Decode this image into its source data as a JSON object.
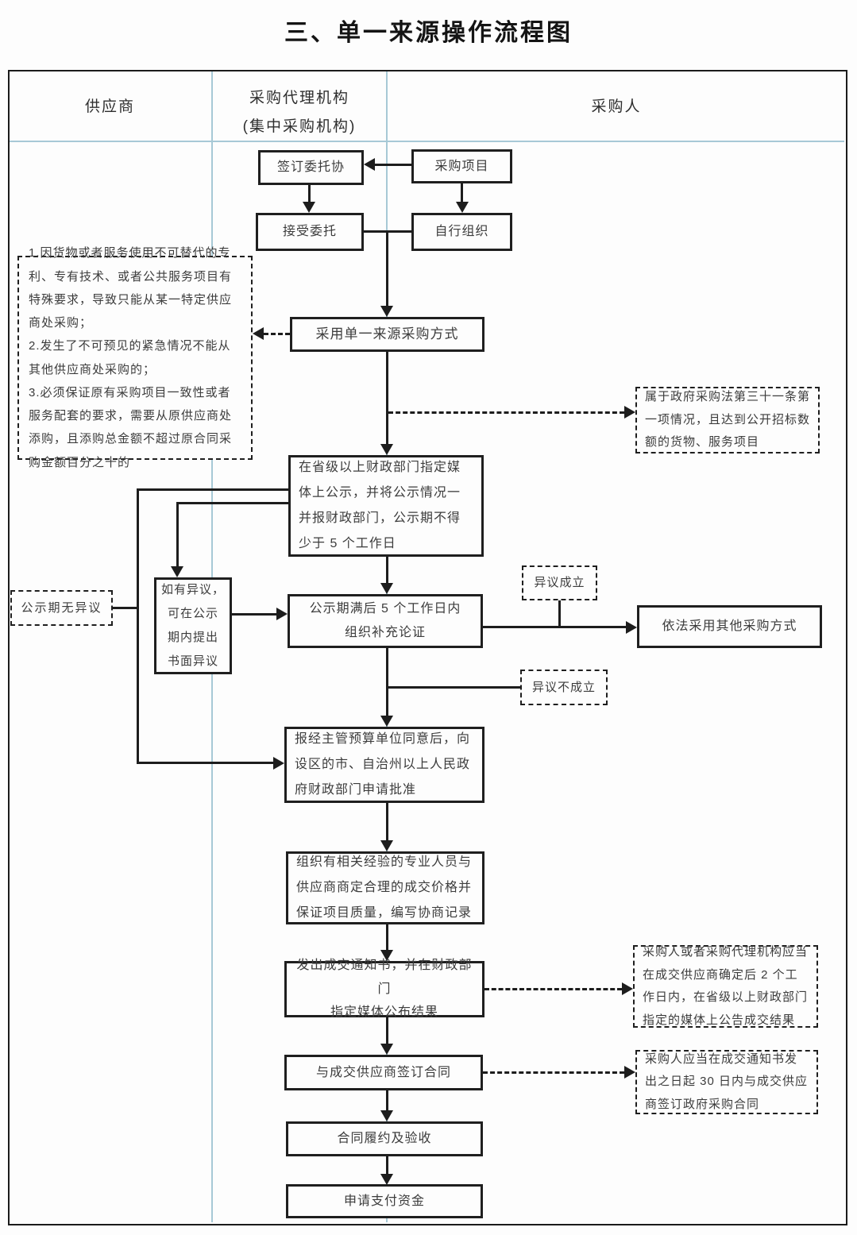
{
  "title": "三、单一来源操作流程图",
  "lanes": {
    "supplier": "供应商",
    "agency": "采购代理机构\n(集中采购机构)",
    "purchaser": "采购人"
  },
  "nodes": {
    "sign_agreement": "签订委托协",
    "project": "采购项目",
    "accept_entrust": "接受委托",
    "self_organize": "自行组织",
    "single_source": "采用单一来源采购方式",
    "reasons": "1.因货物或者服务使用不可替代的专利、专有技术、或者公共服务项目有特殊要求，导致只能从某一特定供应商处采购；\n2.发生了不可预见的紧急情况不能从其他供应商处采购的；\n3.必须保证原有采购项目一致性或者服务配套的要求，需要从原供应商处添购，且添购总金额不超过原合同采购金额百分之十的",
    "law_clause": "属于政府采购法第三十一条第一项情况，且达到公开招标数额的货物、服务项目",
    "publicity": "在省级以上财政部门指定媒体上公示，并将公示情况一并报财政部门，公示期不得少于 5 个工作日",
    "no_objection": "公示期无异议",
    "objection": "如有异议，\n可在公示\n期内提出\n书面异议",
    "supplement": "公示期满后 5 个工作日内\n组织补充论证",
    "objection_valid": "异议成立",
    "objection_invalid": "异议不成立",
    "other_method": "依法采用其他采购方式",
    "approval": "报经主管预算单位同意后，向设区的市、自治州以上人民政府财政部门申请批准",
    "negotiate": "组织有相关经验的专业人员与供应商商定合理的成交价格并保证项目质量，编写协商记录",
    "notice": "发出成交通知书，并在财政部门\n指定媒体公布结果",
    "announce_rule": "采购人或者采购代理机构应当在成交供应商确定后 2 个工作日内，在省级以上财政部门指定的媒体上公告成交结果",
    "sign_contract": "与成交供应商签订合同",
    "contract_rule": "采购人应当在成交通知书发出之日起 30 日内与成交供应商签订政府采购合同",
    "fulfill": "合同履约及验收",
    "payment": "申请支付资金"
  }
}
